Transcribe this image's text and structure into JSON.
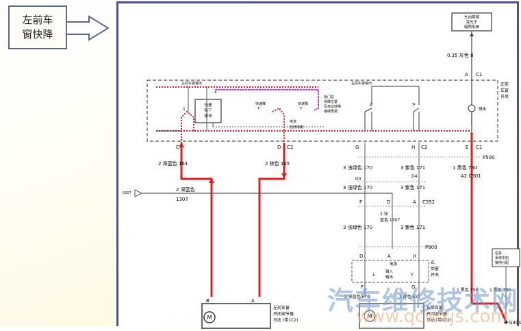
{
  "callout": {
    "text": "左前车\n窗快降"
  },
  "diagram": {
    "top_box": "车内照明\n变光子\n暗照系统",
    "top_wire": "0.35 灰色  8",
    "connector_top": "A  C1",
    "switch_group_label": "左前\n车窗\n开关",
    "lamp_label": "照体",
    "left_output_label": "左前车窗输出",
    "right_output_label": "右前车窗输出",
    "module_label": "快速\n降下\n模块",
    "fast_down_1": "快速降\n下",
    "fast_down_2": "快速降\n下",
    "door_note": "锁门总\n快降位置\n及自动快降\n继续再按",
    "current_label": "电流\n检测电路",
    "switch_up": "上",
    "switch_down": "下",
    "switch_1": "1",
    "pins_row": [
      "C",
      "D",
      "C2",
      "G",
      "H",
      "C2",
      "E",
      "C1"
    ],
    "wires": [
      {
        "label": "2 深蓝色",
        "num": "164"
      },
      {
        "label": "2 棕色",
        "num": "165"
      },
      {
        "label": "3 浅绿色",
        "num": "170"
      },
      {
        "label": "3 紫色",
        "num": "171"
      },
      {
        "label": "1 黑色",
        "num": "750"
      }
    ],
    "connector_p500": "P500",
    "connector_c301": "A2  C301",
    "d3": "D3",
    "d4": "D4",
    "bus_label": "2 深蓝色",
    "bus_num": "1307",
    "bus_ref": "S307",
    "bus_tag": "A",
    "c352_pins": [
      "F",
      "D",
      "A"
    ],
    "connector_c352": "C352",
    "wire_1307": "2 深\n蓝色 1307",
    "connector_p800": "P800",
    "p800_pins": [
      "D",
      "A",
      "H"
    ],
    "rr_switch_label": "右\n后窗\n开关",
    "rr_power": "电源",
    "rr_io": "输入\n输出",
    "rr_pins": [
      "F",
      "G"
    ],
    "rr_wires": [
      {
        "label": "2 深蓝色",
        "num": "670"
      },
      {
        "label": "2 棕色",
        "num": "671"
      }
    ],
    "motor_pins": [
      "B",
      "A"
    ],
    "left_motor_label": "左前车窗\n开闭调节器\n马达 (带1C2)",
    "right_motor_label": "右后车窗\n开闭调节器\n马达 (带1C2)",
    "ground_box": "信息\n系统中的\n接地分配",
    "ground_wires": "1 黑色  750   1 黑色  750",
    "ground": "G301",
    "motor_symbol": "M"
  },
  "watermark": {
    "cn": "汽车维修技术网",
    "url": "www.qcwxjs.com"
  },
  "colors": {
    "active_wire": "#e21b1b",
    "magenta": "#d63ad6",
    "frame": "#4e4f8e"
  }
}
